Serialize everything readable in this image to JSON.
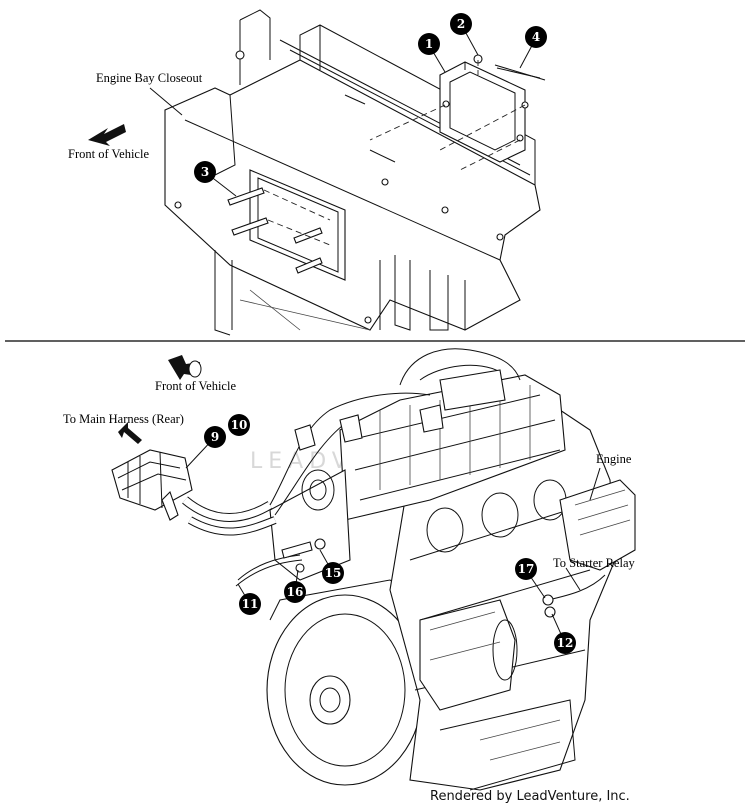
{
  "labels": {
    "engine_bay_closeout": "Engine Bay Closeout",
    "front_of_vehicle_top": "Front of Vehicle",
    "front_of_vehicle_bottom": "Front of Vehicle",
    "to_main_harness": "To Main Harness (Rear)",
    "engine": "Engine",
    "to_starter_relay": "To Starter Relay"
  },
  "callouts": {
    "c1": "1",
    "c2": "2",
    "c3": "3",
    "c4": "4",
    "c9": "9",
    "c10": "10",
    "c11": "11",
    "c12": "12",
    "c15": "15",
    "c16": "16",
    "c17": "17"
  },
  "watermark": "LEADVENTURE",
  "credit": "Rendered by LeadVenture, Inc."
}
